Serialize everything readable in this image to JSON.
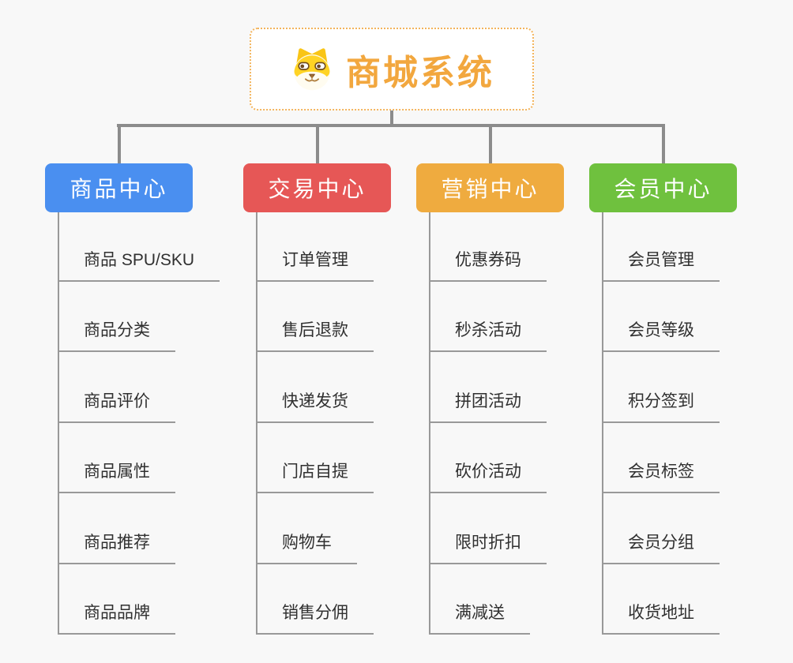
{
  "root": {
    "title": "商城系统",
    "icon": "dog-icon",
    "title_color": "#F2A73E",
    "border_color": "#F3B45C",
    "background": "#FFFFFF"
  },
  "canvas": {
    "background": "#F8F8F8",
    "connector_color": "#8C8C8C",
    "child_connector_color": "#999999",
    "child_text_color": "#303030"
  },
  "branches": [
    {
      "id": "product-center",
      "label": "商品中心",
      "color": "#4A8FF0",
      "items": [
        "商品 SPU/SKU",
        "商品分类",
        "商品评价",
        "商品属性",
        "商品推荐",
        "商品品牌"
      ]
    },
    {
      "id": "trade-center",
      "label": "交易中心",
      "color": "#E65756",
      "items": [
        "订单管理",
        "售后退款",
        "快递发货",
        "门店自提",
        "购物车",
        "销售分佣"
      ]
    },
    {
      "id": "marketing-center",
      "label": "营销中心",
      "color": "#EFAB3F",
      "items": [
        "优惠券码",
        "秒杀活动",
        "拼团活动",
        "砍价活动",
        "限时折扣",
        "满减送"
      ]
    },
    {
      "id": "member-center",
      "label": "会员中心",
      "color": "#6FC13E",
      "items": [
        "会员管理",
        "会员等级",
        "积分签到",
        "会员标签",
        "会员分组",
        "收货地址"
      ]
    }
  ]
}
